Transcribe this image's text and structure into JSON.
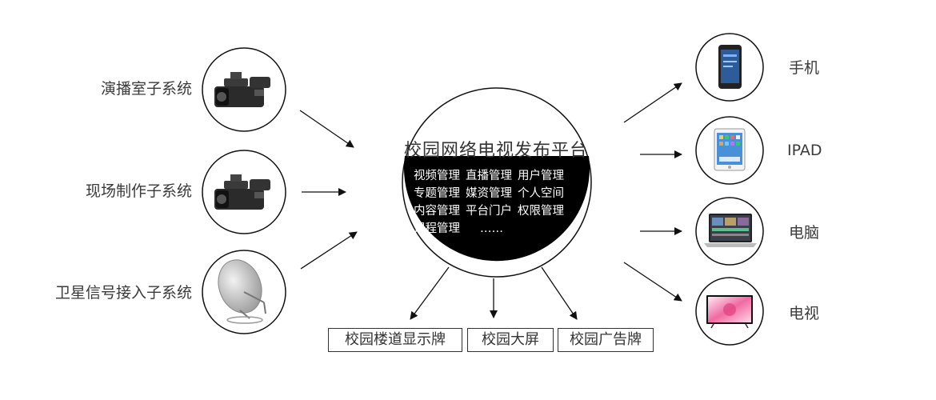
{
  "center": {
    "title": "校园网络电视发布平台",
    "functions": [
      [
        "视频管理",
        "直播管理",
        "用户管理"
      ],
      [
        "专题管理",
        "媒资管理",
        "个人空间"
      ],
      [
        "内容管理",
        "平台门户",
        "权限管理"
      ],
      [
        "课程管理",
        "……"
      ]
    ]
  },
  "sources": [
    {
      "label": "演播室子系统",
      "icon": "video-camera-icon"
    },
    {
      "label": "现场制作子系统",
      "icon": "video-camera-icon"
    },
    {
      "label": "卫星信号接入子系统",
      "icon": "satellite-dish-icon"
    }
  ],
  "devices": [
    {
      "label": "手机",
      "icon": "phone-icon"
    },
    {
      "label": "IPAD",
      "icon": "tablet-icon"
    },
    {
      "label": "电脑",
      "icon": "laptop-icon"
    },
    {
      "label": "电视",
      "icon": "tv-icon"
    }
  ],
  "outputs": [
    {
      "label": "校园楼道显示牌"
    },
    {
      "label": "校园大屏"
    },
    {
      "label": "校园广告牌"
    }
  ],
  "colors": {
    "center_fill": "#000000",
    "stroke": "#222222"
  }
}
